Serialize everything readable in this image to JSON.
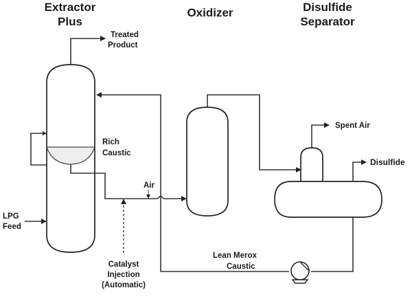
{
  "units": {
    "extractor": {
      "title_line1": "Extractor",
      "title_line2": "Plus"
    },
    "oxidizer": {
      "title": "Oxidizer"
    },
    "separator": {
      "title_line1": "Disulfide",
      "title_line2": "Separator"
    }
  },
  "streams": {
    "treated_product": {
      "line1": "Treated",
      "line2": "Product"
    },
    "rich_caustic": {
      "line1": "Rich",
      "line2": "Caustic"
    },
    "air": "Air",
    "lpg_feed": {
      "line1": "LPG",
      "line2": "Feed"
    },
    "catalyst": {
      "line1": "Catalyst",
      "line2": "Injection",
      "line3": "(Automatic)"
    },
    "spent_air": "Spent Air",
    "disulfide": "Disulfide",
    "lean_caustic": {
      "line1": "Lean Merox",
      "line2": "Caustic"
    }
  },
  "icons": {
    "pump": "pump-icon"
  }
}
